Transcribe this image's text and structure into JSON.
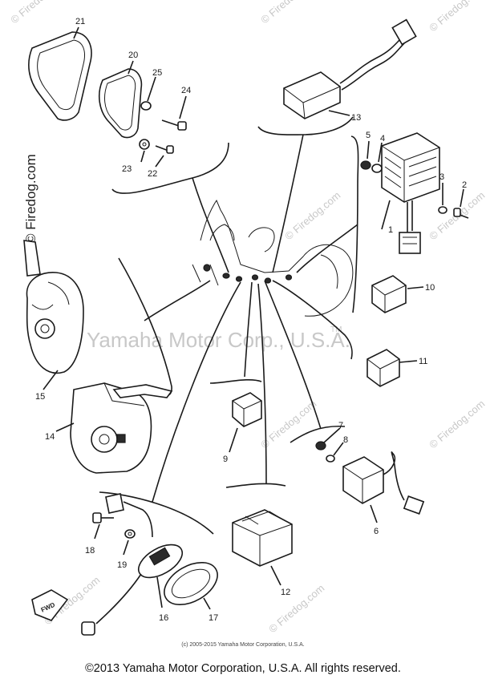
{
  "watermarks": {
    "brand": "© Firedog.com",
    "center": "Yamaha Motor Corp., U.S.A.",
    "center_tm": "TM"
  },
  "labels": {
    "fwd": "FWD"
  },
  "part_numbers": [
    "1",
    "2",
    "3",
    "4",
    "5",
    "6",
    "7",
    "8",
    "9",
    "10",
    "11",
    "12",
    "13",
    "14",
    "15",
    "16",
    "17",
    "18",
    "19",
    "20",
    "21",
    "22",
    "23",
    "24",
    "25"
  ],
  "copyright_small": "(c) 2005-2015 Yamaha Motor Corporation, U.S.A.",
  "copyright_main": "©2013 Yamaha Motor Corporation, U.S.A. All rights reserved."
}
